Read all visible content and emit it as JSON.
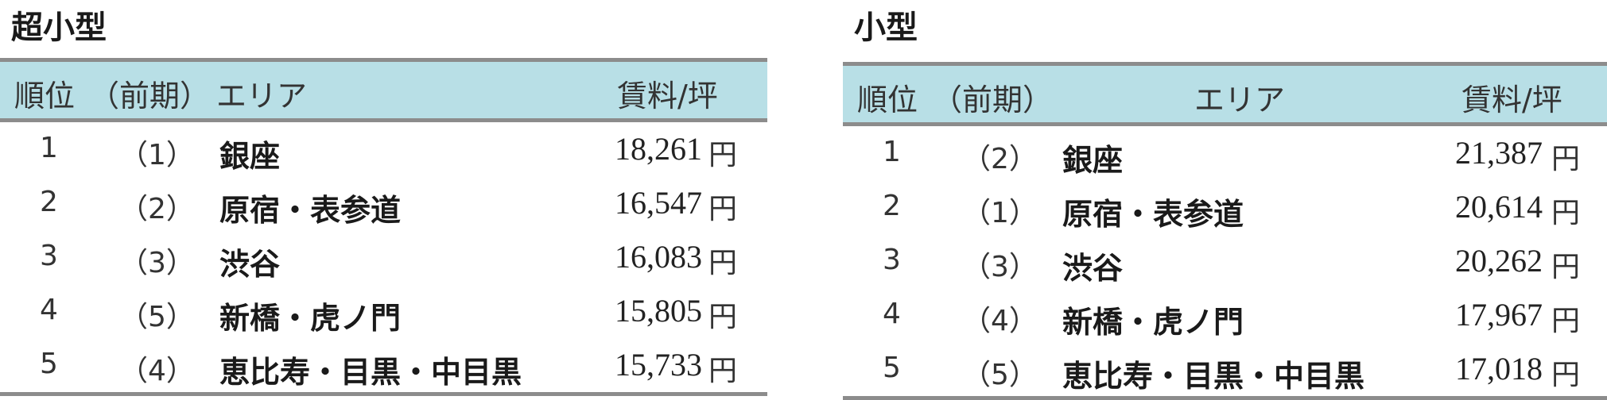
{
  "tables": [
    {
      "title": "超小型",
      "headers": {
        "rank": "順位",
        "previous": "（前期）",
        "area": "エリア",
        "rent": "賃料/坪"
      },
      "rows": [
        {
          "rank": "1",
          "previous": "（1）",
          "area": "銀座",
          "price": "18,261",
          "unit": "円"
        },
        {
          "rank": "2",
          "previous": "（2）",
          "area": "原宿・表参道",
          "price": "16,547",
          "unit": "円"
        },
        {
          "rank": "3",
          "previous": "（3）",
          "area": "渋谷",
          "price": "16,083",
          "unit": "円"
        },
        {
          "rank": "4",
          "previous": "（5）",
          "area": "新橋・虎ノ門",
          "price": "15,805",
          "unit": "円"
        },
        {
          "rank": "5",
          "previous": "（4）",
          "area": "恵比寿・目黒・中目黒",
          "price": "15,733",
          "unit": "円"
        }
      ]
    },
    {
      "title": "小型",
      "headers": {
        "rank": "順位",
        "previous": "（前期）",
        "area": "エリア",
        "rent": "賃料/坪"
      },
      "rows": [
        {
          "rank": "1",
          "previous": "（2）",
          "area": "銀座",
          "price": "21,387",
          "unit": "円"
        },
        {
          "rank": "2",
          "previous": "（1）",
          "area": "原宿・表参道",
          "price": "20,614",
          "unit": "円"
        },
        {
          "rank": "3",
          "previous": "（3）",
          "area": "渋谷",
          "price": "20,262",
          "unit": "円"
        },
        {
          "rank": "4",
          "previous": "（4）",
          "area": "新橋・虎ノ門",
          "price": "17,967",
          "unit": "円"
        },
        {
          "rank": "5",
          "previous": "（5）",
          "area": "恵比寿・目黒・中目黒",
          "price": "17,018",
          "unit": "円"
        }
      ]
    }
  ],
  "colors": {
    "header_bg": "#b8dfe6",
    "rule": "#8c8c8c"
  }
}
